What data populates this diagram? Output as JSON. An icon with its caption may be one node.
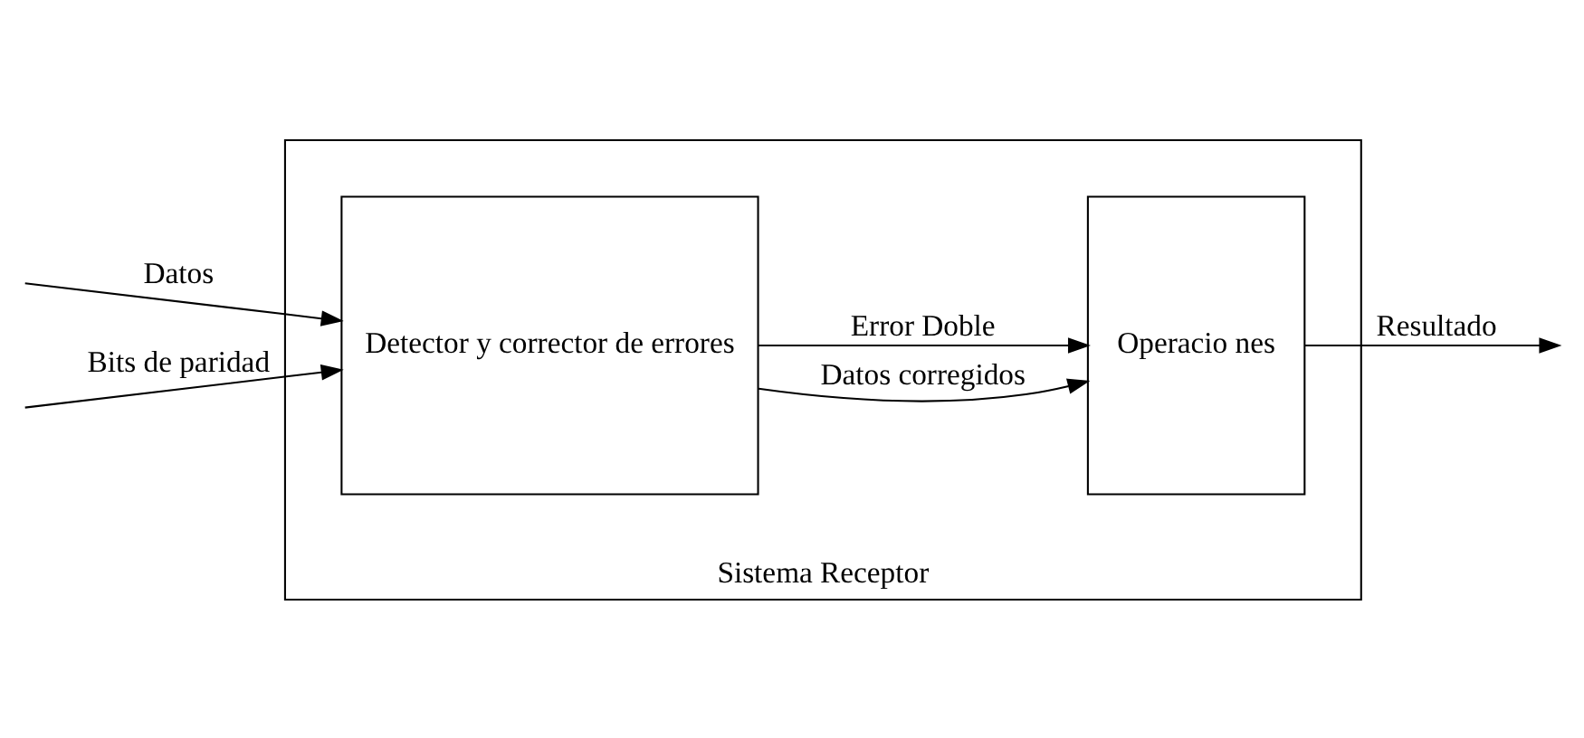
{
  "diagram": {
    "nodes": [
      {
        "text": [
          "Sistema Receptor"
        ]
      },
      {
        "text": [
          "Detector y corrector de errores"
        ],
        "in": 0
      },
      {
        "text": [
          "Operacio nes"
        ],
        "in": 0
      }
    ],
    "edges": [
      {
        "from": null,
        "to": 1,
        "arrow": "to",
        "label": "Datos"
      },
      {
        "from": null,
        "to": 1,
        "arrow": "to",
        "label": "Bits de paridad"
      },
      {
        "from": 1,
        "to": 2,
        "arrow": "to",
        "label": "Datos corregidos"
      },
      {
        "from": 1,
        "to": 2,
        "arrow": "to",
        "label": "Error Doble"
      },
      {
        "from": 2,
        "to": null,
        "arrow": "to",
        "label": "Resultado"
      }
    ]
  }
}
